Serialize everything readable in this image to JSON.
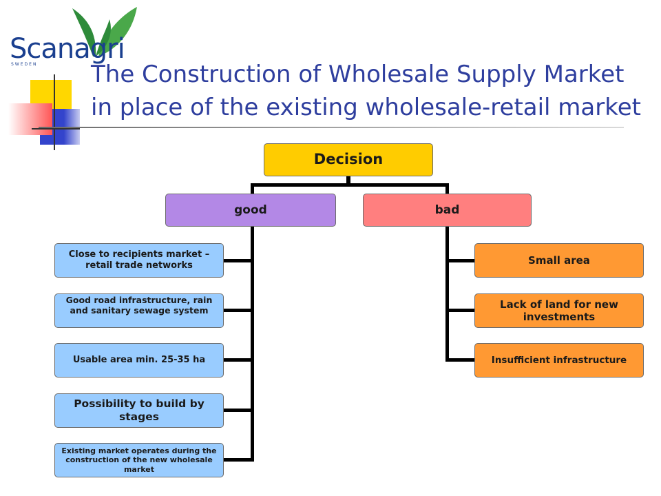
{
  "logo": {
    "name": "Scanagri",
    "subtitle": "SWEDEN"
  },
  "title": "The Construction of Wholesale Supply Market in place of the existing wholesale-retail market",
  "colors": {
    "title": "#2e3e9e",
    "decision": "#ffcc00",
    "good": "#b388e6",
    "bad": "#ff7f7f",
    "good_items": "#99ccff",
    "bad_items": "#ff9933",
    "logo_leaf": "#2e8b3a"
  },
  "diagram": {
    "root": "Decision",
    "good": {
      "label": "good",
      "items": [
        "Close to recipients market – retail trade networks",
        "Good road infrastructure, rain and sanitary sewage system",
        "Usable area min. 25-35 ha",
        "Possibility to build by stages",
        "Existing market operates during the construction of the new wholesale market"
      ]
    },
    "bad": {
      "label": "bad",
      "items": [
        "Small area",
        "Lack of land for new investments",
        "Insufficient infrastructure"
      ]
    }
  }
}
